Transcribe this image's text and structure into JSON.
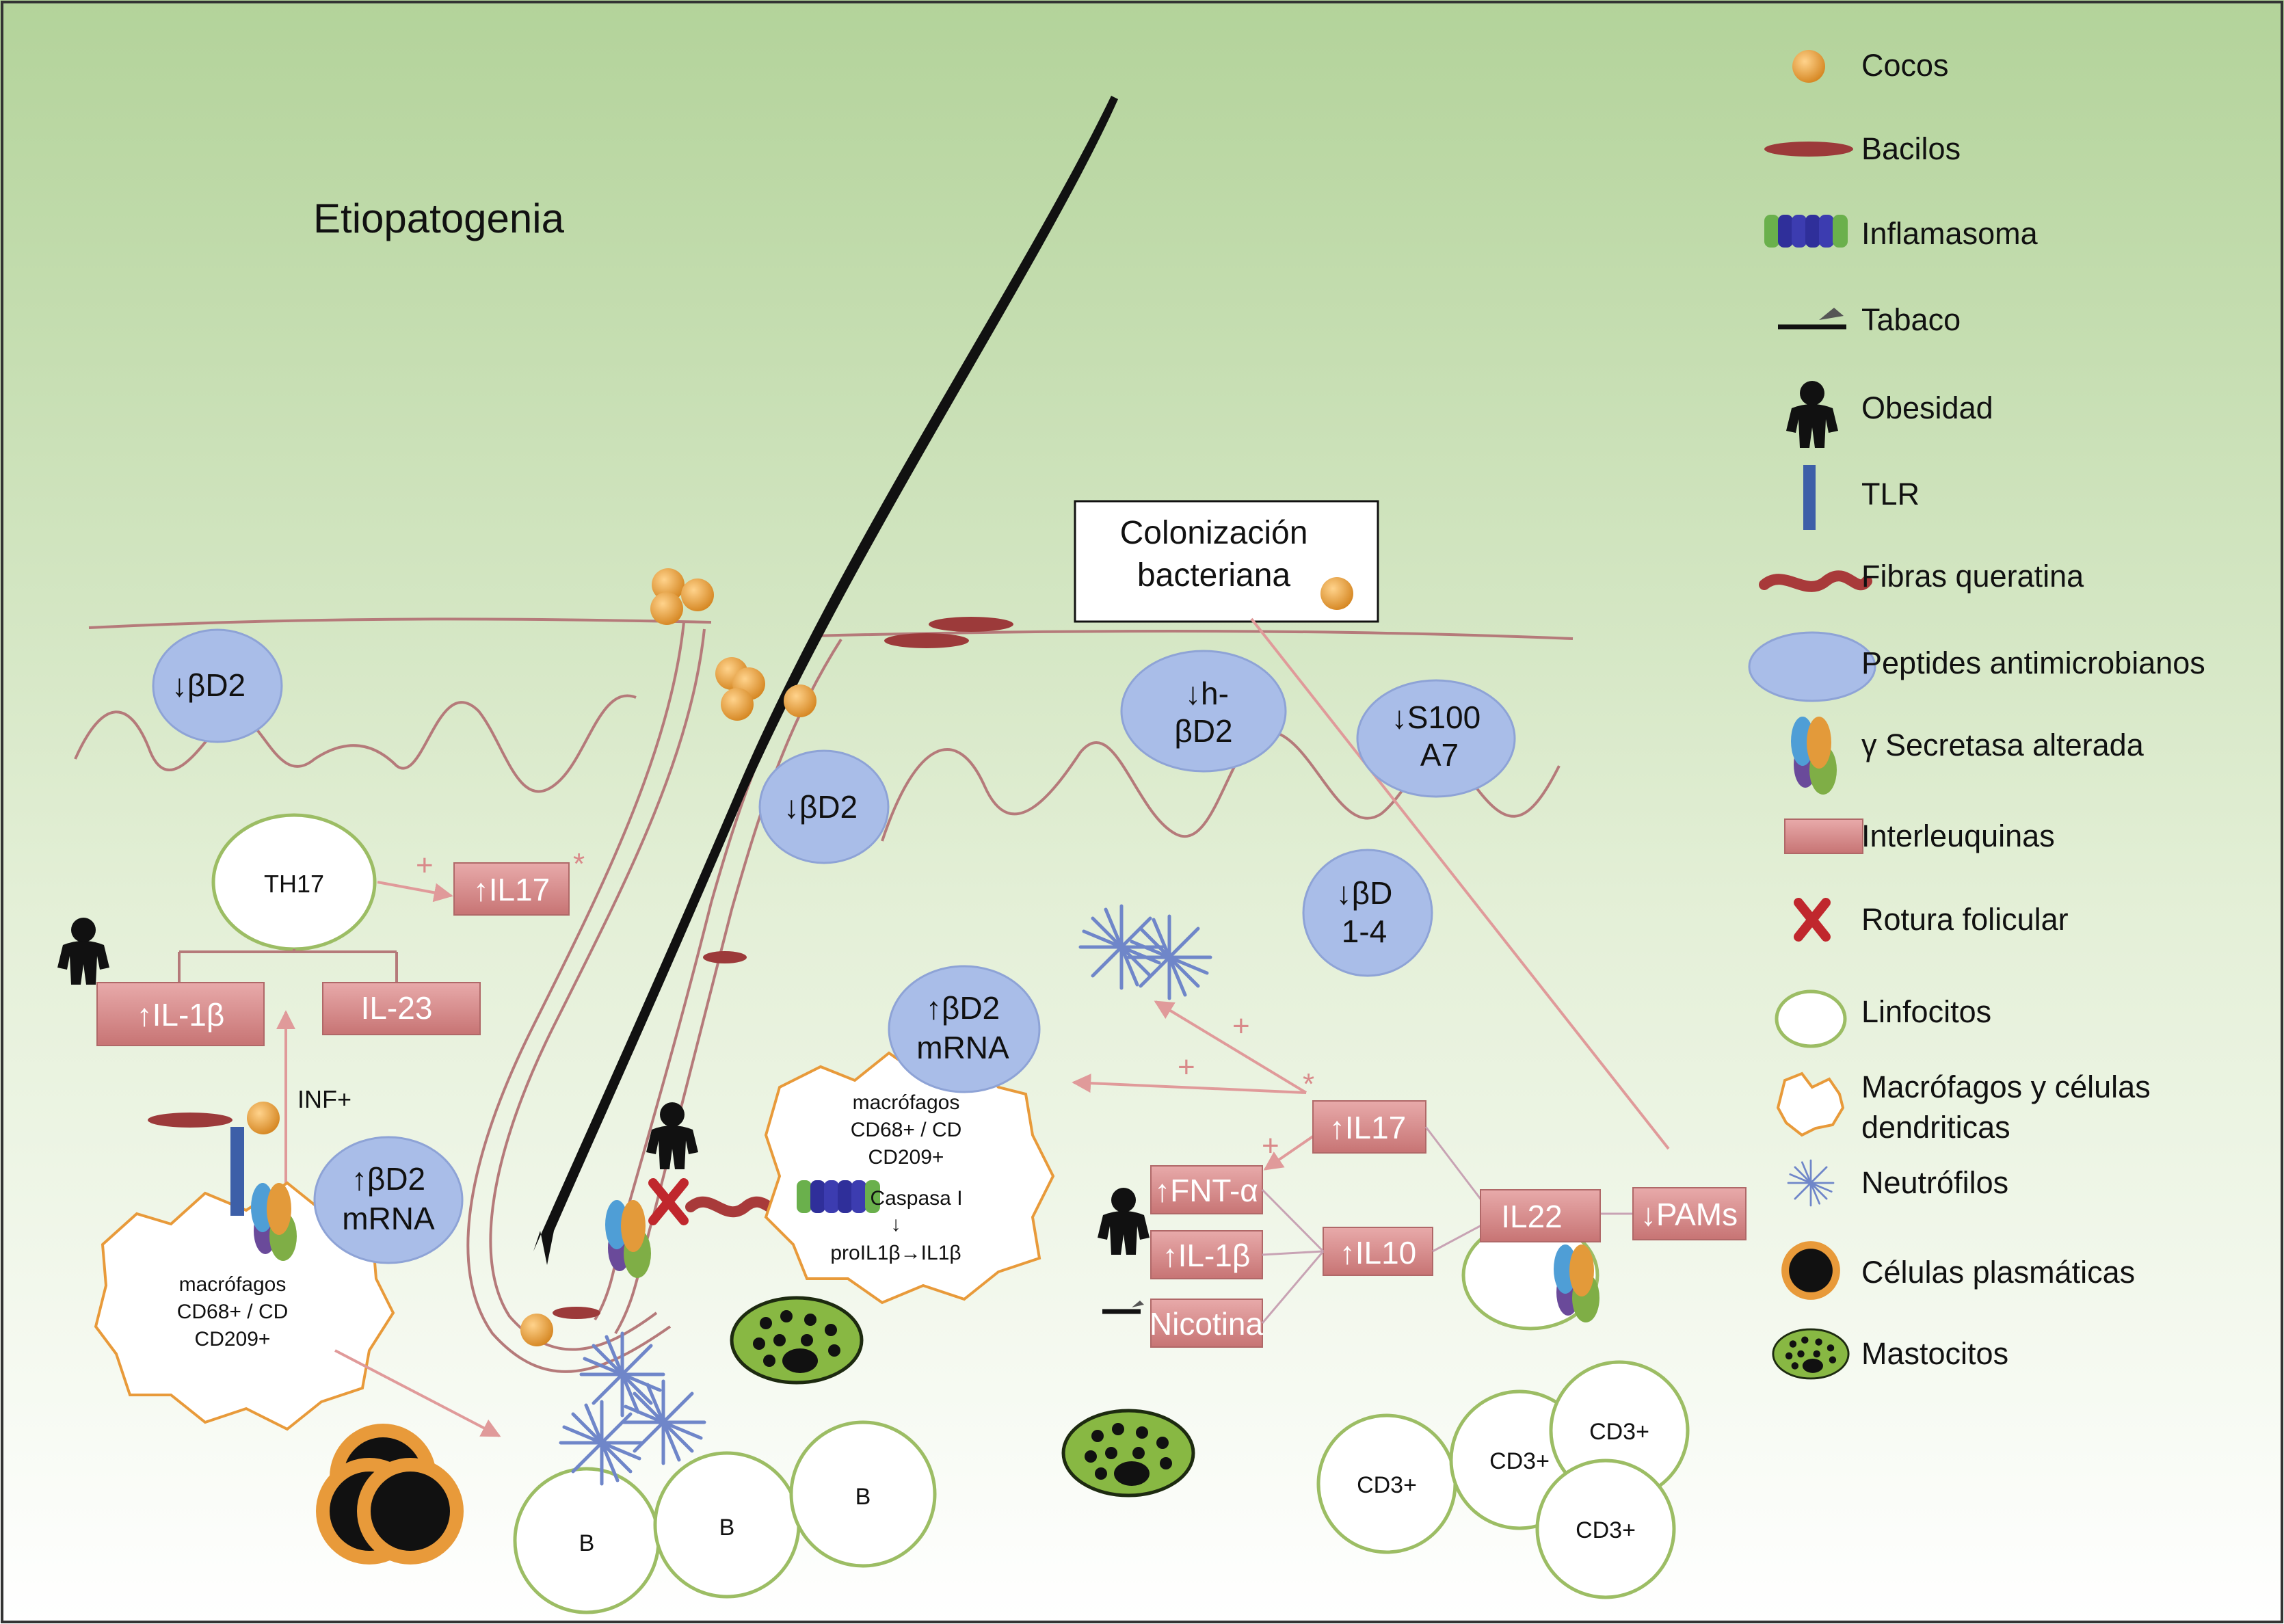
{
  "title": "Etiopatogenia",
  "colonization_box": {
    "line1": "Colonización",
    "line2": "bacteriana"
  },
  "peptides": [
    {
      "id": "bd2-left",
      "text": "↓βD2"
    },
    {
      "id": "bd2-follicle",
      "text": "↓βD2"
    },
    {
      "id": "hbd2-line1",
      "text": "↓h-"
    },
    {
      "id": "hbd2-line2",
      "text": "βD2"
    },
    {
      "id": "s100-line1",
      "text": "↓S100"
    },
    {
      "id": "s100-line2",
      "text": "A7"
    },
    {
      "id": "bd14-line1",
      "text": "↓βD"
    },
    {
      "id": "bd14-line2",
      "text": "1-4"
    },
    {
      "id": "bd2mrna-left-line1",
      "text": "↑βD2"
    },
    {
      "id": "bd2mrna-left-line2",
      "text": "mRNA"
    },
    {
      "id": "bd2mrna-center-line1",
      "text": "↑βD2"
    },
    {
      "id": "bd2mrna-center-line2",
      "text": "mRNA"
    }
  ],
  "interleukins": {
    "il17_left": "↑IL17",
    "il1b_left": "↑IL-1β",
    "il23": "IL-23",
    "il17_right": "↑IL17",
    "fnt": "↑FNT-α",
    "il1b_right": "↑IL-1β",
    "nicotina": "Nicotina",
    "il10": "↑IL10",
    "il22": "IL22",
    "pams": "↓PAMs"
  },
  "th17": "TH17",
  "labels": {
    "inf": "INF+",
    "plus": "+",
    "asterisk": "*"
  },
  "macrophage_left": {
    "line1": "macrófagos",
    "line2": "CD68+ / CD",
    "line3": "CD209+"
  },
  "macrophage_center": {
    "line1": "macrófagos",
    "line2": "CD68+ / CD",
    "line3": "CD209+",
    "line4": "Caspasa I",
    "line5": "↓",
    "line6": "proIL1β→IL1β"
  },
  "b_cells": [
    "B",
    "B",
    "B"
  ],
  "cd3_cells": [
    "CD3+",
    "CD3+",
    "CD3+",
    "CD3+"
  ],
  "legend": [
    {
      "icon": "coco-icon",
      "label": "Cocos"
    },
    {
      "icon": "bacilo-icon",
      "label": "Bacilos"
    },
    {
      "icon": "inflamasoma-icon",
      "label": "Inflamasoma"
    },
    {
      "icon": "tabaco-icon",
      "label": "Tabaco"
    },
    {
      "icon": "obesidad-icon",
      "label": "Obesidad"
    },
    {
      "icon": "tlr-icon",
      "label": "TLR"
    },
    {
      "icon": "fibra-queratina-icon",
      "label": "Fibras queratina"
    },
    {
      "icon": "peptide-icon",
      "label": "Peptides antimicrobianos"
    },
    {
      "icon": "secretasa-icon",
      "label": "γ Secretasa alterada"
    },
    {
      "icon": "interleuquina-icon",
      "label": "Interleuquinas"
    },
    {
      "icon": "rotura-icon",
      "label": "Rotura folicular"
    },
    {
      "icon": "linfocito-icon",
      "label": "Linfocitos"
    },
    {
      "icon": "macrofago-icon",
      "label": "Macrófagos y células",
      "label2": "dendriticas"
    },
    {
      "icon": "neutrofilo-icon",
      "label": "Neutrófilos"
    },
    {
      "icon": "plasmatica-icon",
      "label": "Células plasmáticas"
    },
    {
      "icon": "mastocito-icon",
      "label": "Mastocitos"
    }
  ],
  "colors": {
    "background_top": "#b3d39a",
    "background_bottom": "#ffffff",
    "peptide": "#a9bde8",
    "interleukin": "#d88e8e",
    "arrow": "#e09a9a",
    "neutrophil": "#6f86c9",
    "cocos": "#e89a3a"
  }
}
